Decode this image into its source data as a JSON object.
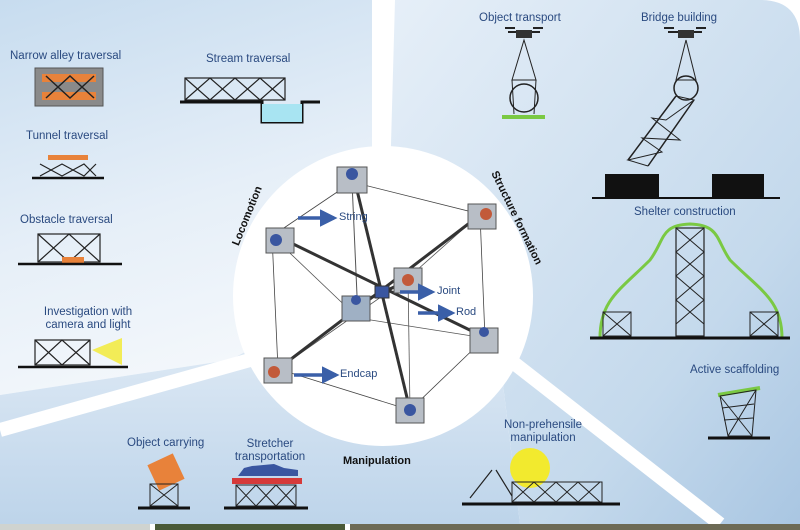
{
  "categories": {
    "locomotion": "Locomotion",
    "structure_formation": "Structure formation",
    "manipulation": "Manipulation"
  },
  "locomotion_tasks": {
    "narrow_alley": "Narrow alley traversal",
    "stream": "Stream traversal",
    "tunnel": "Tunnel traversal",
    "obstacle": "Obstacle traversal",
    "investigation_line1": "Investigation with",
    "investigation_line2": "camera and light"
  },
  "structure_tasks": {
    "object_transport": "Object transport",
    "bridge_building": "Bridge building",
    "shelter_construction": "Shelter construction",
    "active_scaffolding": "Active scaffolding"
  },
  "manipulation_tasks": {
    "object_carrying": "Object carrying",
    "stretcher_line1": "Stretcher",
    "stretcher_line2": "transportation",
    "nonprehensile_line1": "Non-prehensile",
    "nonprehensile_line2": "manipulation"
  },
  "module_parts": {
    "string": "String",
    "joint": "Joint",
    "rod": "Rod",
    "endcap": "Endcap"
  },
  "colors": {
    "background_light": "#e4eef8",
    "background_dark": "#b9d2e8",
    "text": "#2a4a80",
    "arrow": "#3a5fa8",
    "orange": "#e8823a",
    "green": "#7ac943",
    "yellow": "#f2ea2e",
    "water": "#a8e4f2",
    "red": "#d63a3a"
  }
}
